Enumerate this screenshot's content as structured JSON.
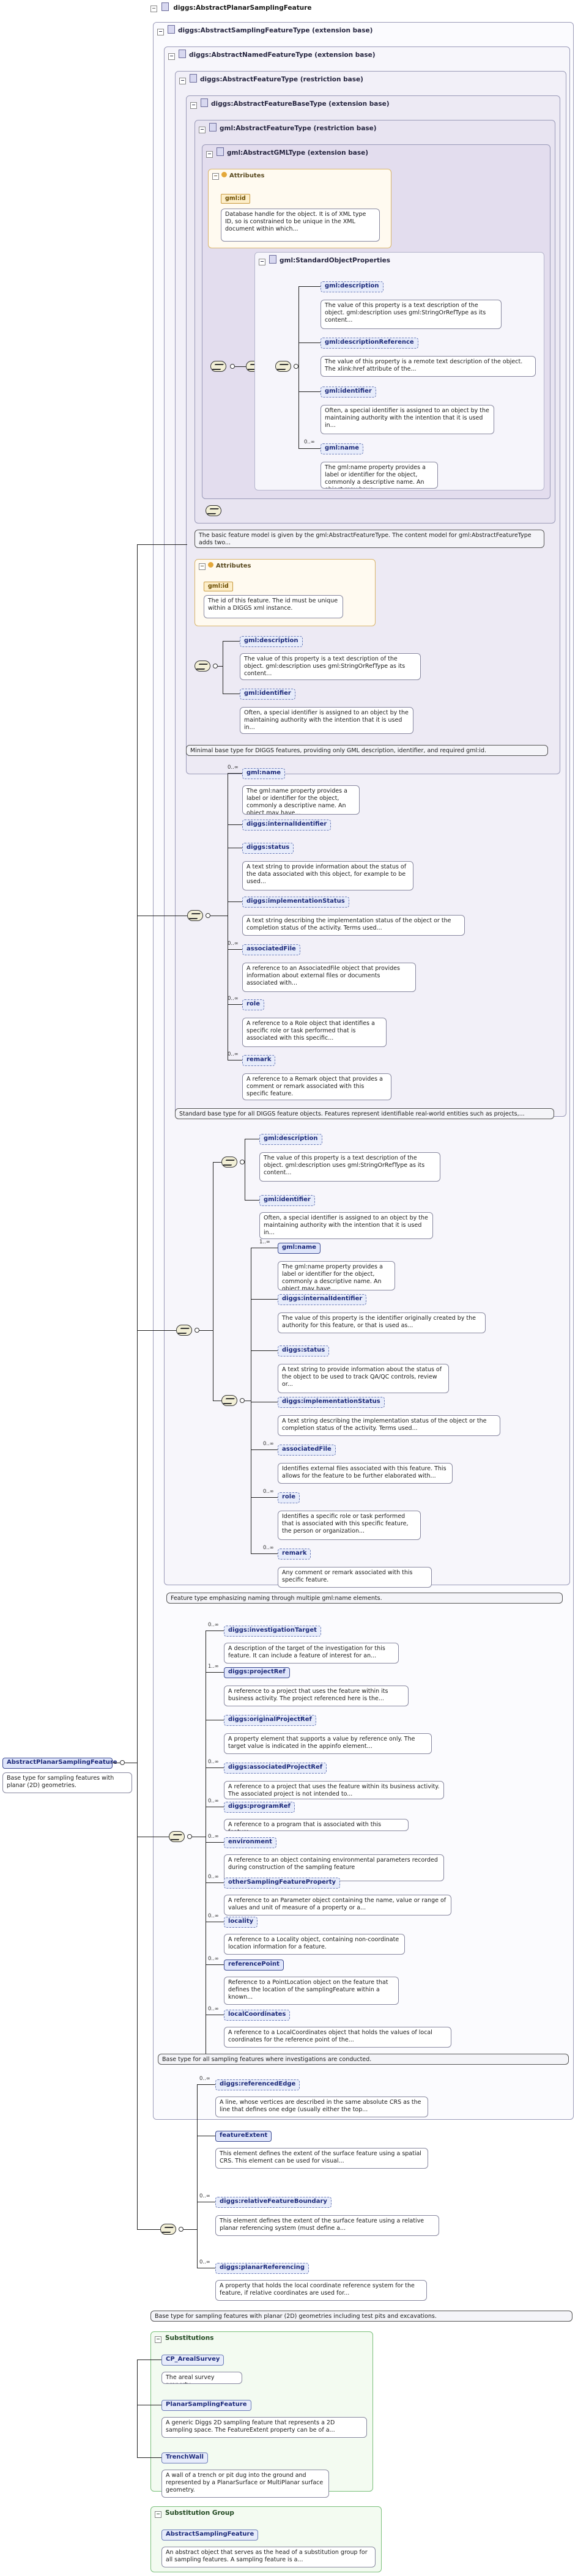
{
  "root": {
    "title": "diggs:AbstractPlanarSamplingFeature",
    "element_label": "AbstractPlanarSamplingFeature",
    "element_doc": "Base type for sampling features with planar (2D) geometries."
  },
  "levels": {
    "l1": "diggs:AbstractSamplingFeatureType (extension base)",
    "l2": "diggs:AbstractNamedFeatureType (extension base)",
    "l3": "diggs:AbstractFeatureType (restriction base)",
    "l4": "diggs:AbstractFeatureBaseType (extension base)",
    "l5": "gml:AbstractFeatureType (restriction base)",
    "l6": "gml:AbstractGMLType (extension base)"
  },
  "gml_core": {
    "attributes_label": "Attributes",
    "attr_id": "gml:id",
    "attr_id_doc": "Database handle for the object. It is of XML type ID, so is constrained to be unique in the XML document within which...",
    "props_group": "gml:StandardObjectProperties",
    "items": [
      {
        "name": "gml:description",
        "doc": "The value of this property is a text description of the object. gml:description uses gml:StringOrRefType as its content..."
      },
      {
        "name": "gml:descriptionReference",
        "doc": "The value of this property is a remote text description of the object. The xlink:href attribute of the..."
      },
      {
        "name": "gml:identifier",
        "doc": "Often, a special identifier is assigned to an object by the maintaining authority with the intention that it is used in..."
      },
      {
        "name": "gml:name",
        "occ": "0..∞",
        "doc": "The gml:name property provides a label or identifier for the object, commonly a descriptive name. An object may have..."
      }
    ],
    "footer": "The basic feature model is given by the gml:AbstractFeatureType. The content model for gml:AbstractFeatureType adds two..."
  },
  "feature_base": {
    "attributes_label": "Attributes",
    "attr_id": "gml:id",
    "attr_id_doc": "The id of this feature. The id must be unique within a DIGGS xml instance.",
    "items": [
      {
        "name": "gml:description",
        "doc": "The value of this property is a text description of the object. gml:description uses gml:StringOrRefType as its content..."
      },
      {
        "name": "gml:identifier",
        "doc": "Often, a special identifier is assigned to an object by the maintaining authority with the intention that it is used in..."
      }
    ],
    "footer": "Minimal base type for DIGGS features, providing only GML description, identifier, and required gml:id."
  },
  "abstract_feature": {
    "items": [
      {
        "name": "gml:name",
        "occ": "0..∞",
        "doc": "The gml:name property provides a label or identifier for the object, commonly a descriptive name. An object may have..."
      },
      {
        "name": "diggs:internalIdentifier",
        "doc": ""
      },
      {
        "name": "diggs:status",
        "doc": "A text string to provide information about the status of the data associated with this object, for example to be used..."
      },
      {
        "name": "diggs:implementationStatus",
        "doc": "A text string describing the implementation status of the object or the completion status of the activity. Terms used..."
      },
      {
        "name": "associatedFile",
        "occ": "0..∞",
        "doc": "A reference to an AssociatedFile object that provides information about external files or documents associated with..."
      },
      {
        "name": "role",
        "occ": "0..∞",
        "doc": "A reference to a Role object that identifies a specific role or task performed that is associated with this specific..."
      },
      {
        "name": "remark",
        "occ": "0..∞",
        "doc": "A reference to a Remark object that provides a comment or remark associated with this specific feature."
      }
    ],
    "footer": "Standard base type for all DIGGS feature objects. Features represent identifiable real-world entities such as projects,..."
  },
  "named_feature": {
    "choice_items": [
      {
        "name": "gml:description",
        "doc": "The value of this property is a text description of the object. gml:description uses gml:StringOrRefType as its content..."
      },
      {
        "name": "gml:identifier",
        "doc": "Often, a special identifier is assigned to an object by the maintaining authority with the intention that it is used in..."
      }
    ],
    "items": [
      {
        "name": "gml:name",
        "occ": "1..∞",
        "doc": "The gml:name property provides a label or identifier for the object, commonly a descriptive name. An object may have..."
      },
      {
        "name": "diggs:internalIdentifier",
        "doc": "The value of this property is the identifier originally created by the authority for this feature, or that is used as..."
      },
      {
        "name": "diggs:status",
        "doc": "A text string to provide information about the status of the object to be used to track QA/QC controls, review or..."
      },
      {
        "name": "diggs:implementationStatus",
        "doc": "A text string describing the implementation status of the object or the completion status of the activity. Terms used..."
      },
      {
        "name": "associatedFile",
        "occ": "0..∞",
        "doc": "Identifies external files associated with this feature. This allows for the feature to be further elaborated with..."
      },
      {
        "name": "role",
        "occ": "0..∞",
        "doc": "Identifies a specific role or task performed that is associated with this specific feature, the person or organization..."
      },
      {
        "name": "remark",
        "occ": "0..∞",
        "doc": "Any comment or remark associated with this specific feature."
      }
    ],
    "footer": "Feature type emphasizing naming through multiple gml:name elements."
  },
  "sampling_feature": {
    "items": [
      {
        "name": "diggs:investigationTarget",
        "occ": "0..∞",
        "doc": "A description of the target of the investigation for this feature. It can include a feature of interest for an..."
      },
      {
        "name": "diggs:projectRef",
        "occ": "1..∞",
        "doc": "A reference to a project that uses the feature within its business activity. The project referenced here is the..."
      },
      {
        "name": "diggs:originalProjectRef",
        "doc": "A property element that supports a value by reference only. The target value is indicated in the appinfo element..."
      },
      {
        "name": "diggs:associatedProjectRef",
        "occ": "0..∞",
        "doc": "A reference to a project that uses the feature within its business activity. The associated project is not intended to..."
      },
      {
        "name": "diggs:programRef",
        "occ": "0..∞",
        "doc": "A reference to a program that is associated with this feature."
      },
      {
        "name": "environment",
        "occ": "0..∞",
        "doc": "A reference to an object containing environmental parameters recorded during construction of the sampling feature"
      },
      {
        "name": "otherSamplingFeatureProperty",
        "occ": "0..∞",
        "doc": "A reference to an Parameter object containing the name, value or range of values and unit of measure of a property or a..."
      },
      {
        "name": "locality",
        "occ": "0..∞",
        "doc": "A reference to a Locality object, containing non-coordinate location information for a feature."
      },
      {
        "name": "referencePoint",
        "occ": "0..∞",
        "doc": "Reference to a PointLocation object on the feature that defines the location of the samplingFeature within a known..."
      },
      {
        "name": "localCoordinates",
        "occ": "0..∞",
        "doc": "A reference to a LocalCoordinates object that holds the values of local coordinates for the reference point of the..."
      }
    ],
    "footer": "Base type for all sampling features where investigations are conducted."
  },
  "planar": {
    "items": [
      {
        "name": "diggs:referencedEdge",
        "occ": "0..∞",
        "doc": "A line, whose vertices are described in the same absolute CRS as the line that defines one edge (usually either the top..."
      },
      {
        "name": "featureExtent",
        "doc": "This element defines the extent of the surface feature using a spatial CRS. This element can be used for visual..."
      },
      {
        "name": "diggs:relativeFeatureBoundary",
        "occ": "0..∞",
        "doc": "This element defines the extent of the surface feature using a relative planar referencing system (must define a..."
      },
      {
        "name": "diggs:planarReferencing",
        "occ": "0..∞",
        "doc": "A property that holds the local coordinate reference system for the feature, if relative coordinates are used for..."
      }
    ],
    "footer": "Base type for sampling features with planar (2D) geometries including test pits and excavations."
  },
  "substitutions": {
    "title": "Substitutions",
    "items": [
      {
        "name": "CP_ArealSurvey",
        "doc": "The areal survey property"
      },
      {
        "name": "PlanarSamplingFeature",
        "doc": "A generic Diggs 2D sampling feature that represents a 2D sampling space. The FeatureExtent property can be of a..."
      },
      {
        "name": "TrenchWall",
        "doc": "A wall of a trench or pit dug into the ground and represented by a PlanarSurface or MultiPlanar surface geometry."
      }
    ]
  },
  "substitution_group": {
    "title": "Substitution Group",
    "item": "AbstractSamplingFeature",
    "doc": "An abstract object that serves as the head of a substitution group for all sampling features. A sampling feature is a..."
  }
}
